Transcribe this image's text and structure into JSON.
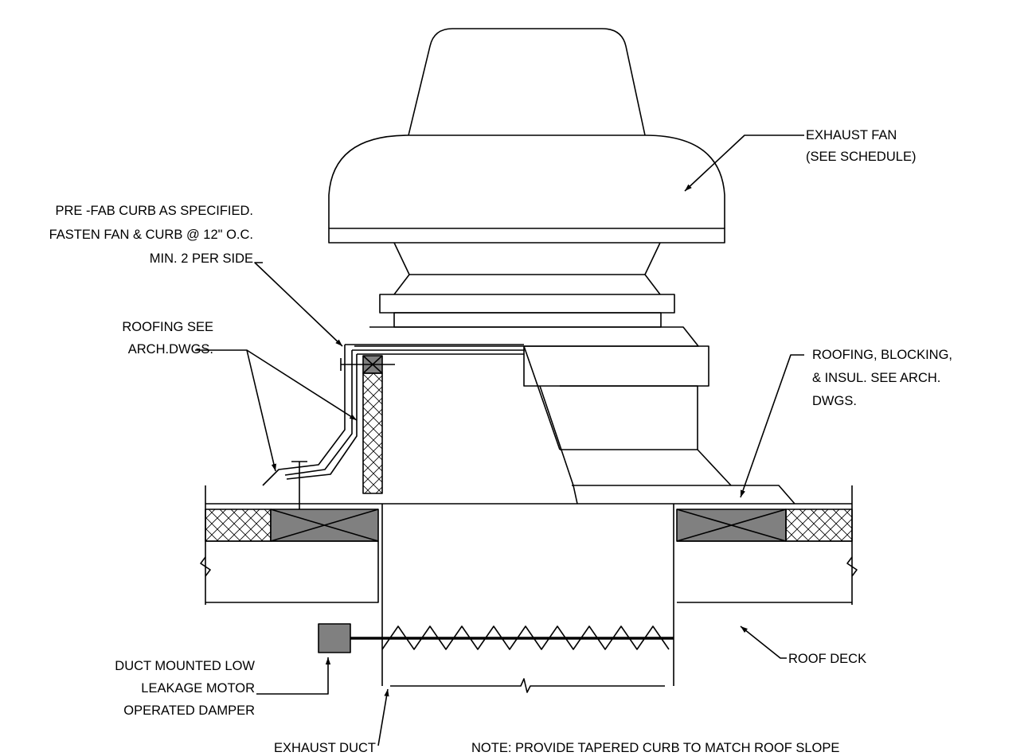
{
  "labels": {
    "exhaust_fan": [
      "EXHAUST FAN",
      "(SEE SCHEDULE)"
    ],
    "curb": [
      "PRE -FAB CURB AS SPECIFIED.",
      "FASTEN FAN & CURB @ 12\" O.C.",
      "MIN. 2 PER SIDE"
    ],
    "roofing_left": [
      "ROOFING SEE",
      "ARCH.DWGS."
    ],
    "roofing_right": [
      "ROOFING, BLOCKING,",
      "& INSUL. SEE ARCH.",
      "DWGS."
    ],
    "roof_deck": "ROOF DECK",
    "damper": [
      "DUCT MOUNTED LOW",
      "LEAKAGE MOTOR",
      "OPERATED DAMPER"
    ],
    "exhaust_duct": "EXHAUST DUCT",
    "note": "NOTE: PROVIDE TAPERED CURB TO MATCH ROOF SLOPE"
  },
  "colors": {
    "line": "#000000",
    "blocking_fill": "#808080",
    "background": "#ffffff"
  }
}
